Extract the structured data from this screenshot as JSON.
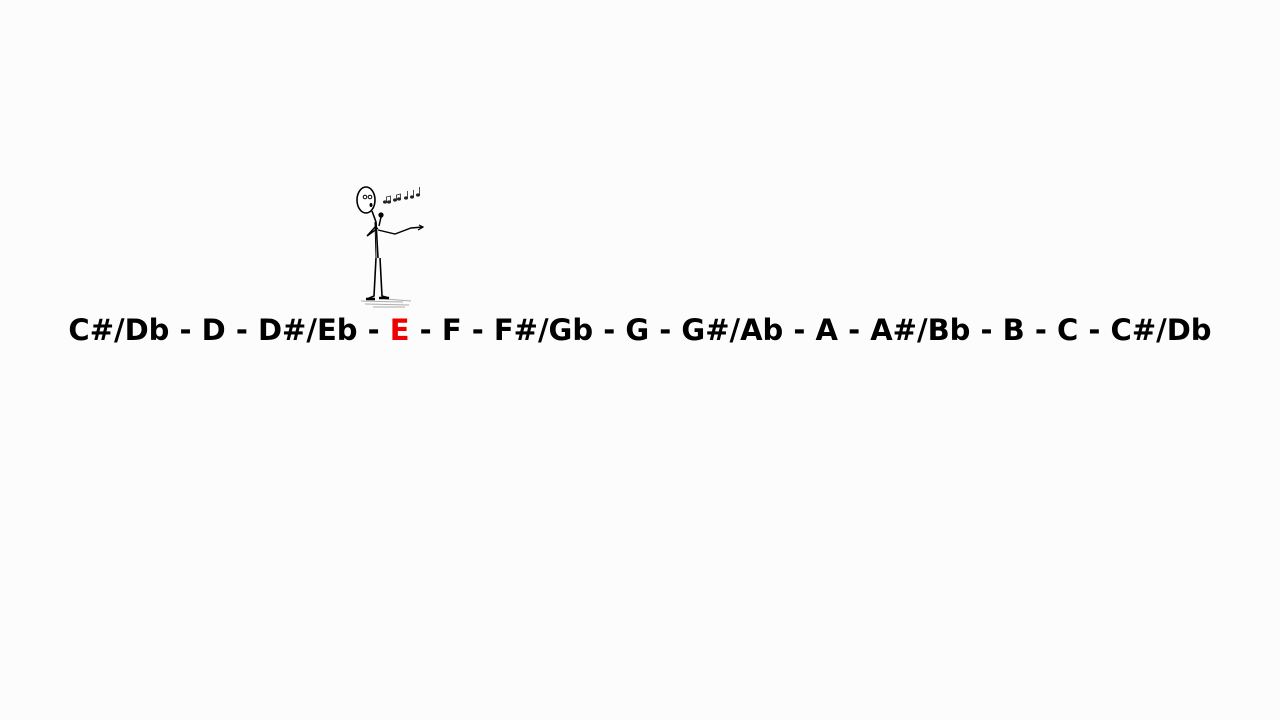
{
  "colors": {
    "background": "#fcfcfc",
    "text": "#000000",
    "highlight": "#ee0000"
  },
  "illustration": {
    "icon": "singing-stick-figure-icon"
  },
  "scale": {
    "separator": " - ",
    "active_index": 3,
    "notes": [
      "C#/Db",
      "D",
      "D#/Eb",
      "E",
      "F",
      "F#/Gb",
      "G",
      "G#/Ab",
      "A",
      "A#/Bb",
      "B",
      "C",
      "C#/Db"
    ]
  }
}
